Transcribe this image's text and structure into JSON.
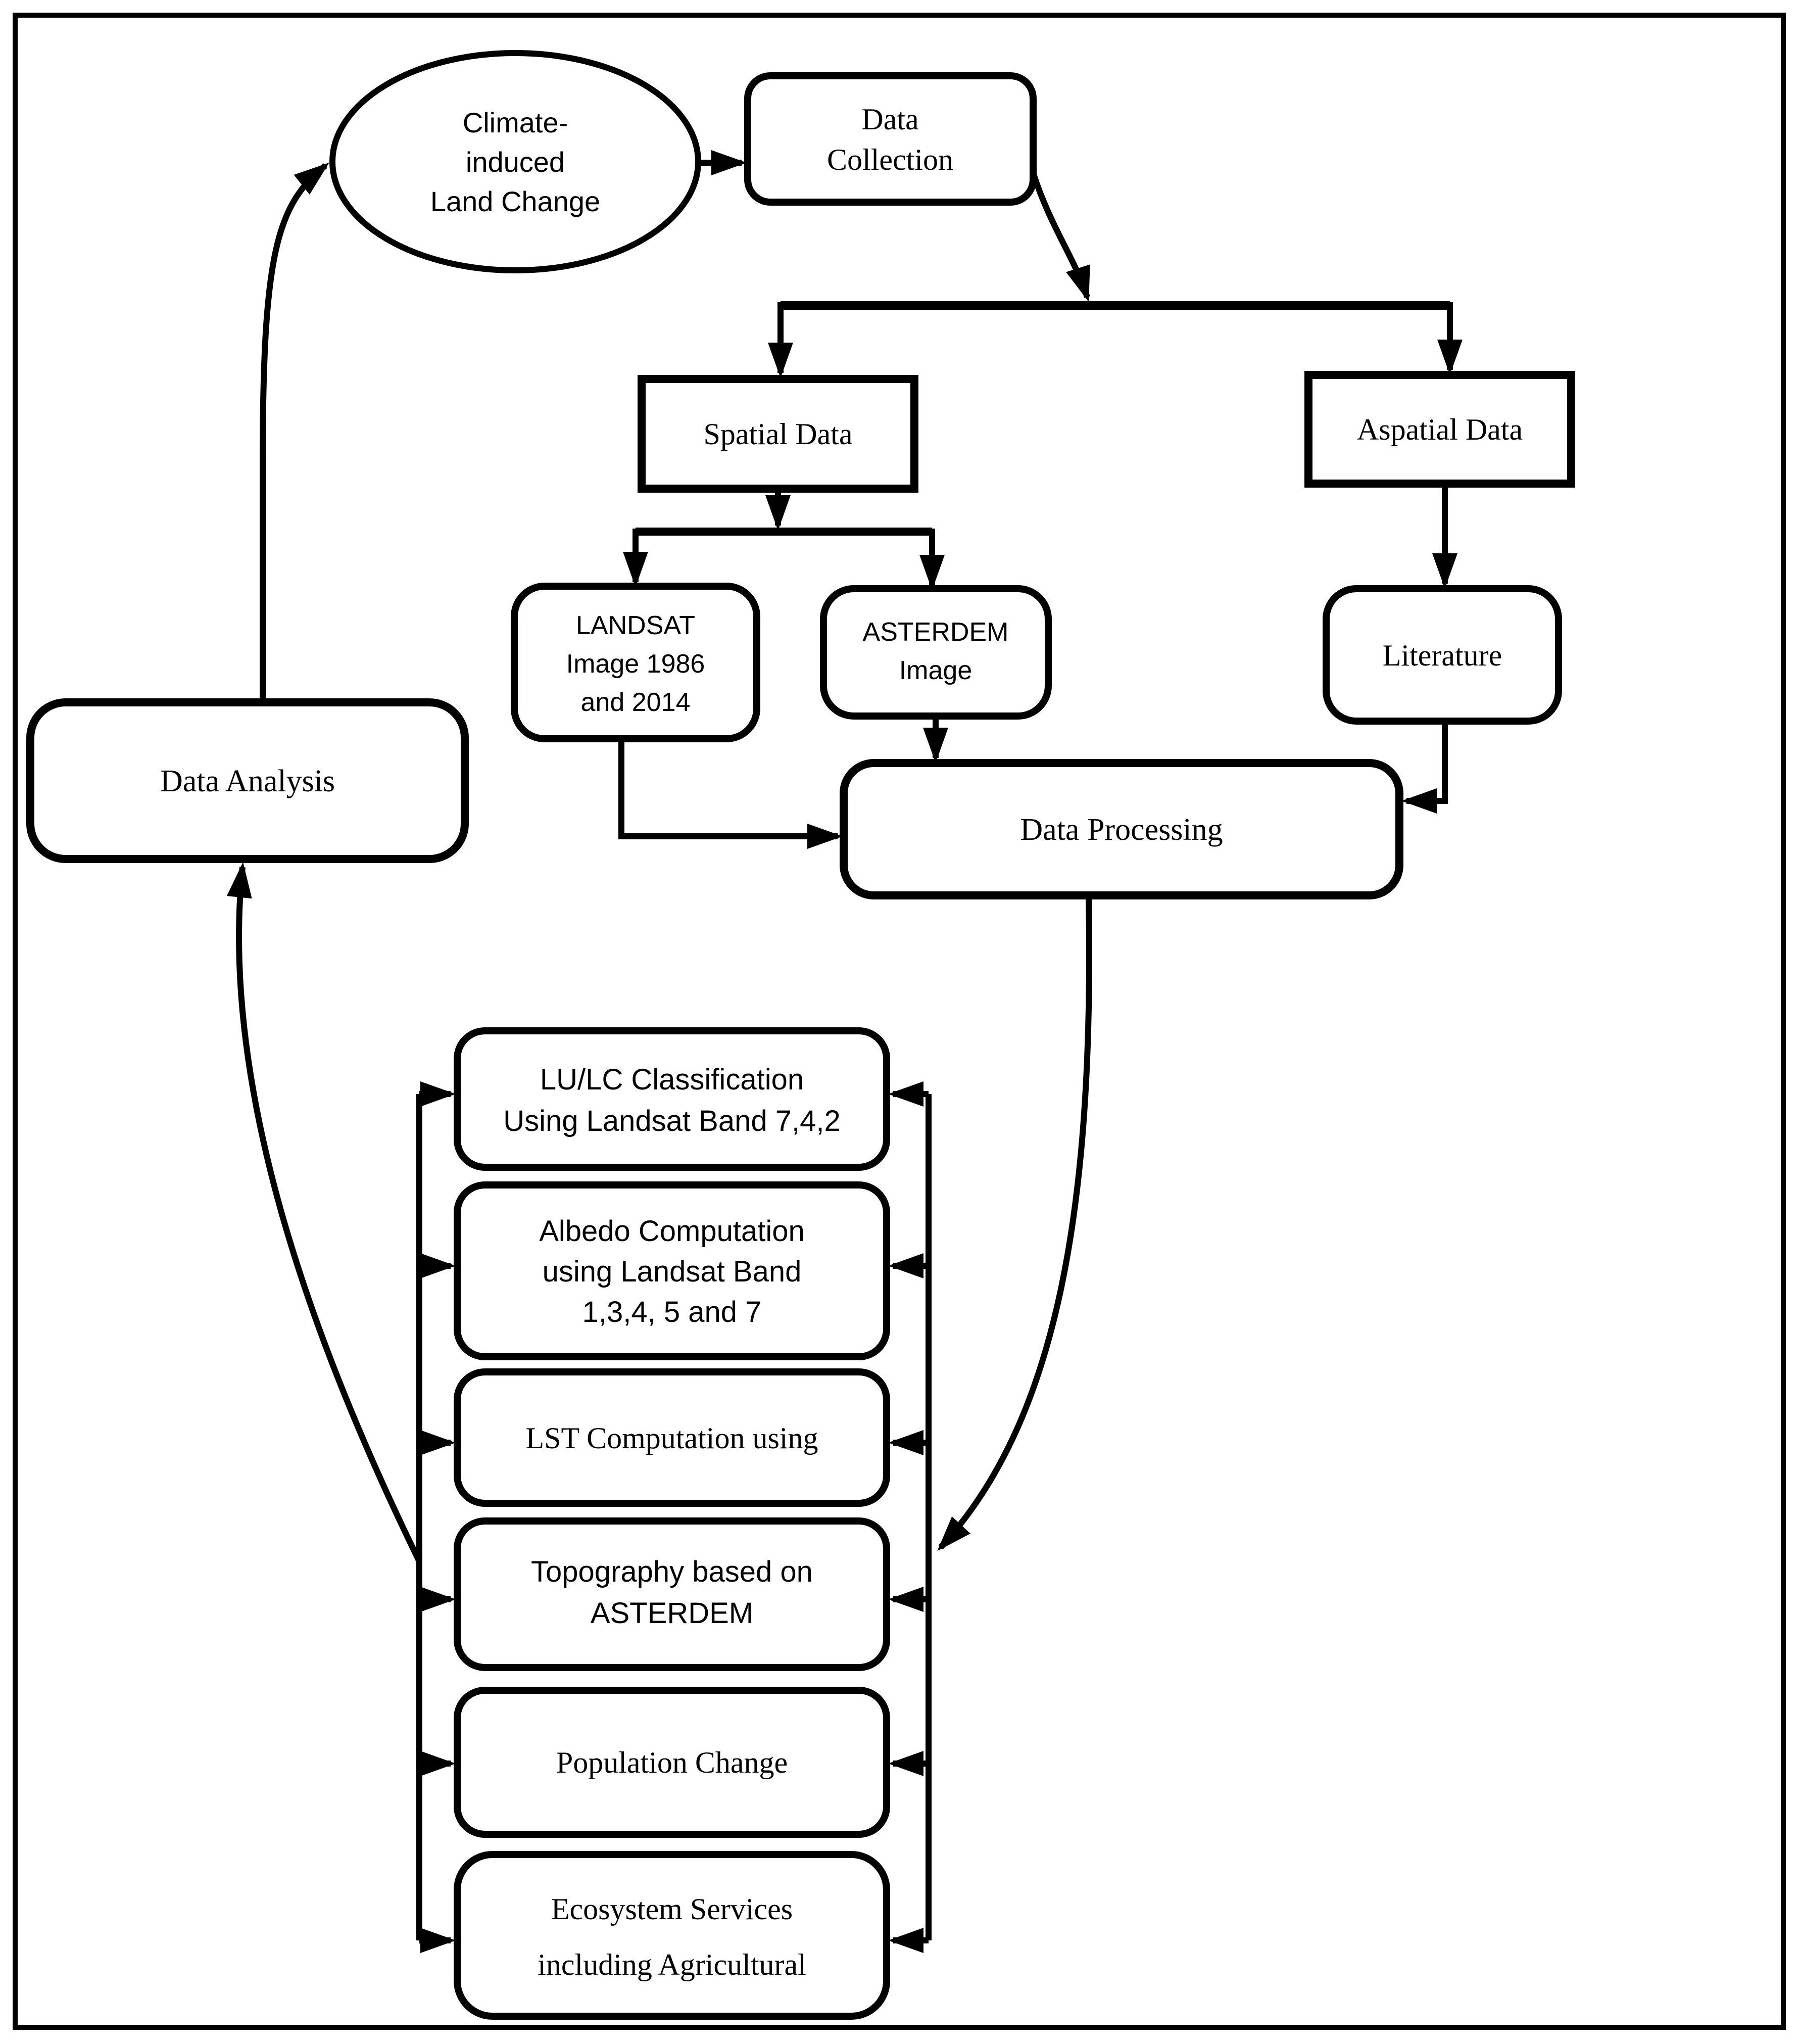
{
  "page": {
    "background": "#ffffff",
    "ink": "#000000"
  },
  "flowchart": {
    "nodes": {
      "climate": {
        "shape": "ellipse",
        "lines": [
          "Climate-",
          "induced",
          "Land Change"
        ]
      },
      "data_collection": {
        "shape": "rounded-rect",
        "lines": [
          "Data",
          "Collection"
        ]
      },
      "spatial_data": {
        "shape": "rect",
        "lines": [
          "Spatial Data"
        ]
      },
      "aspatial_data": {
        "shape": "rect",
        "lines": [
          "Aspatial Data"
        ]
      },
      "landsat": {
        "shape": "rounded-rect",
        "lines": [
          "LANDSAT",
          "Image 1986",
          "and 2014"
        ]
      },
      "asterdem": {
        "shape": "rounded-rect",
        "lines": [
          "ASTERDEM",
          "Image"
        ]
      },
      "literature": {
        "shape": "rounded-rect",
        "lines": [
          "Literature"
        ]
      },
      "data_processing": {
        "shape": "rounded-rect",
        "lines": [
          "Data Processing"
        ]
      },
      "data_analysis": {
        "shape": "rounded-rect",
        "lines": [
          "Data Analysis"
        ]
      },
      "lulc": {
        "shape": "rounded-rect",
        "lines": [
          "LU/LC Classification",
          "Using Landsat Band 7,4,2"
        ]
      },
      "albedo": {
        "shape": "rounded-rect",
        "lines": [
          "Albedo Computation",
          "using Landsat Band",
          "1,3,4, 5 and 7"
        ]
      },
      "lst": {
        "shape": "rounded-rect",
        "lines": [
          "LST Computation using"
        ]
      },
      "topography": {
        "shape": "rounded-rect",
        "lines": [
          "Topography based on",
          "ASTERDEM"
        ]
      },
      "population": {
        "shape": "rounded-rect",
        "lines": [
          "Population Change"
        ]
      },
      "ecosystem": {
        "shape": "rounded-rect",
        "lines": [
          "Ecosystem Services",
          "including Agricultural"
        ]
      }
    },
    "edges": [
      {
        "from": "climate",
        "to": "data_collection"
      },
      {
        "from": "data_collection",
        "to": "spatial_data"
      },
      {
        "from": "data_collection",
        "to": "aspatial_data"
      },
      {
        "from": "spatial_data",
        "to": "landsat"
      },
      {
        "from": "spatial_data",
        "to": "asterdem"
      },
      {
        "from": "aspatial_data",
        "to": "literature"
      },
      {
        "from": "landsat",
        "to": "data_processing"
      },
      {
        "from": "asterdem",
        "to": "data_processing"
      },
      {
        "from": "literature",
        "to": "data_processing"
      },
      {
        "from": "data_processing",
        "to": "lulc"
      },
      {
        "from": "data_processing",
        "to": "albedo"
      },
      {
        "from": "data_processing",
        "to": "lst"
      },
      {
        "from": "data_processing",
        "to": "topography"
      },
      {
        "from": "data_processing",
        "to": "population"
      },
      {
        "from": "data_processing",
        "to": "ecosystem"
      },
      {
        "from": "analysis_rail",
        "to": "data_analysis"
      },
      {
        "from": "data_analysis",
        "to": "climate"
      }
    ]
  }
}
